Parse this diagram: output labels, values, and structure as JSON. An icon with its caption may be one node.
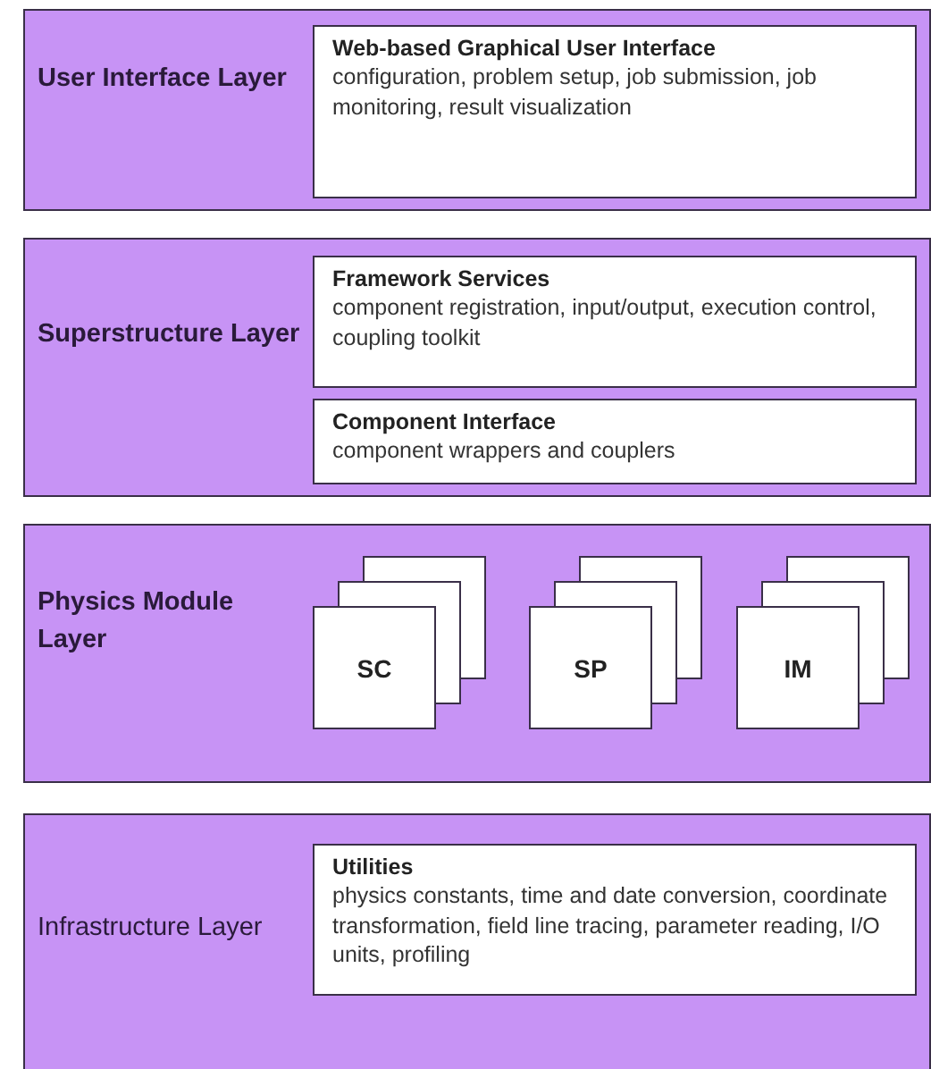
{
  "diagram": {
    "nodes": [
      {
        "text": [
          "User Interface Layer"
        ]
      },
      {
        "text": [
          "Web-based Graphical User Interface",
          "configuration, problem setup, job submission, job monitoring, result visualization"
        ],
        "in": 0
      },
      {
        "text": [
          "Superstructure Layer"
        ]
      },
      {
        "text": [
          "Framework Services",
          "component registration, input/output, execution control, coupling toolkit"
        ],
        "in": 2
      },
      {
        "text": [
          "Component Interface",
          "component wrappers and couplers"
        ],
        "in": 2
      },
      {
        "text": [
          "Physics Module Layer"
        ]
      },
      {
        "text": [
          "SC"
        ],
        "in": 5
      },
      {
        "text": [
          "SP"
        ],
        "in": 5
      },
      {
        "text": [
          "IM"
        ],
        "in": 5
      },
      {
        "text": [
          "Infrastructure Layer"
        ]
      },
      {
        "text": [
          "Utilities",
          "physics constants, time and date conversion, coordinate transformation, field line tracing, parameter reading, I/O units, profiling"
        ],
        "in": 9
      }
    ],
    "edges": []
  }
}
